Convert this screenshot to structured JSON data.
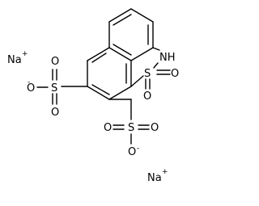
{
  "molecule": {
    "atoms": {
      "nh": "NH",
      "s_ring": "S",
      "o_ring_right": "O",
      "o_ring_below": "O",
      "s_left": "S",
      "o_left_top": "O",
      "o_left_right": "O",
      "o_left_bottom": "O",
      "o_left_charge": "-",
      "s_bottom": "S",
      "o_bottom_left": "O",
      "o_bottom_right": "O",
      "o_bottom_below": "O",
      "o_bottom_charge": "-"
    },
    "counterions": {
      "na_top": "Na",
      "na_top_charge": "+",
      "na_bottom": "Na",
      "na_bottom_charge": "+"
    }
  }
}
